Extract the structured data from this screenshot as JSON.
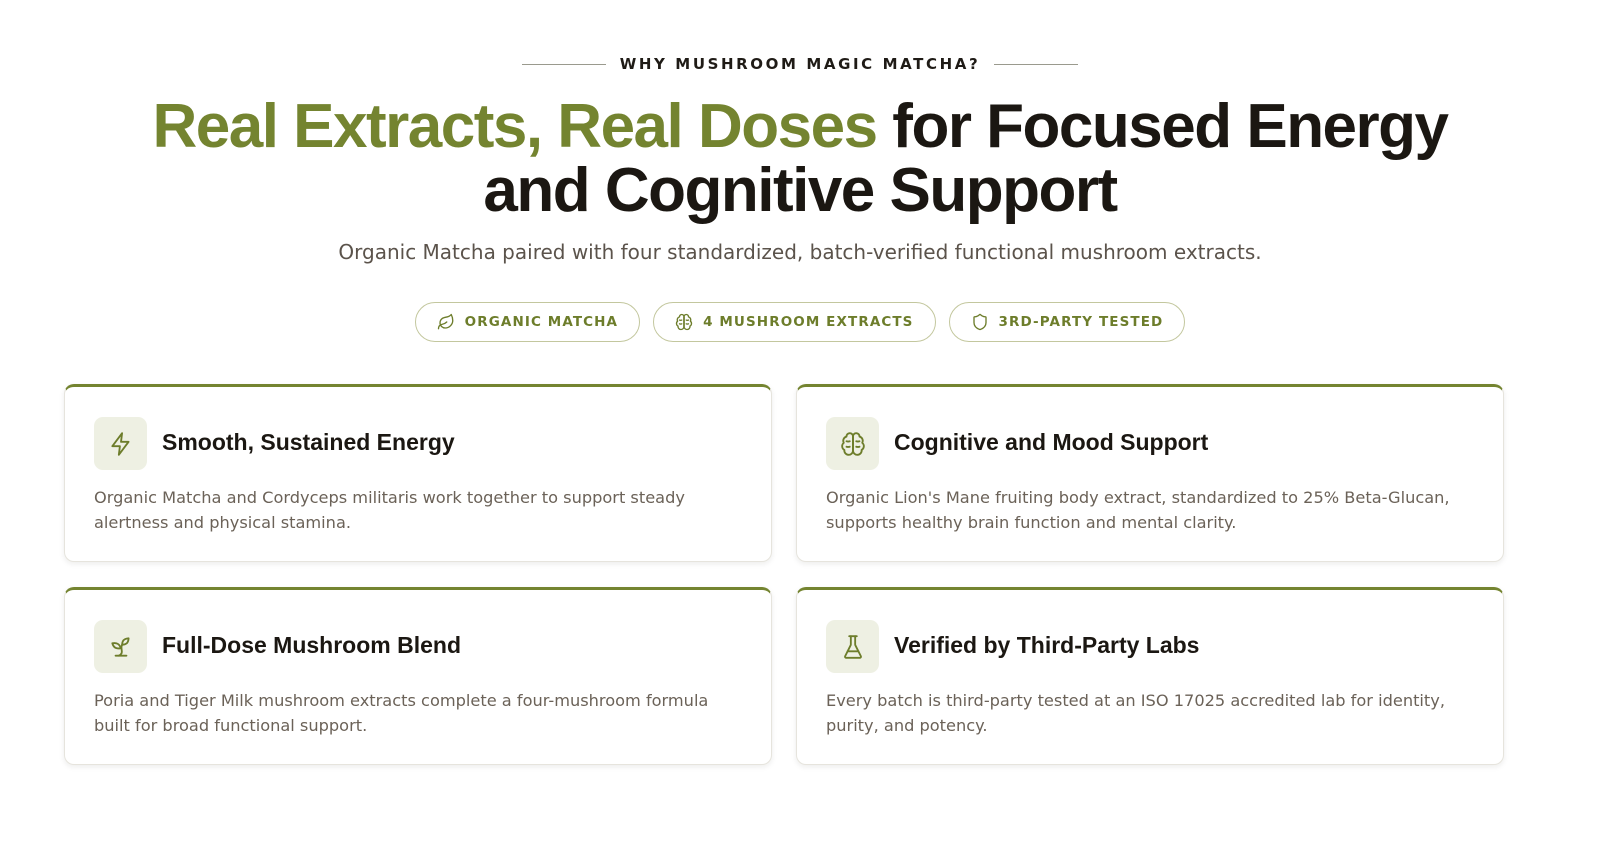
{
  "eyebrow": {
    "label": "WHY MUSHROOM MAGIC MATCHA?"
  },
  "headline": {
    "accent": "Real Extracts, Real Doses",
    "rest_line1": " for Focused Energy",
    "rest_line2": "and Cognitive Support"
  },
  "subhead": "Organic Matcha paired with four standardized, batch-verified functional mushroom extracts.",
  "pills": [
    {
      "label": "ORGANIC MATCHA",
      "icon": "leaf-icon"
    },
    {
      "label": "4 MUSHROOM EXTRACTS",
      "icon": "brain-icon"
    },
    {
      "label": "3RD-PARTY TESTED",
      "icon": "shield-icon"
    }
  ],
  "cards": [
    {
      "icon": "lightning-icon",
      "title": "Smooth, Sustained Energy",
      "text": "Organic Matcha and Cordyceps militaris work together to support steady alertness and physical stamina."
    },
    {
      "icon": "brain-icon",
      "title": "Cognitive and Mood Support",
      "text": "Organic Lion's Mane fruiting body extract, standardized to 25% Beta-Glucan, supports healthy brain function and mental clarity."
    },
    {
      "icon": "sprout-icon",
      "title": "Full-Dose Mushroom Blend",
      "text": "Poria and Tiger Milk mushroom extracts complete a four-mushroom formula built for broad functional support."
    },
    {
      "icon": "flask-icon",
      "title": "Verified by Third-Party Labs",
      "text": "Every batch is third-party tested at an ISO 17025 accredited lab for identity, purity, and potency."
    }
  ],
  "colors": {
    "accent": "#748430",
    "heading": "#1b1712",
    "body_text": "#6b6258",
    "icon_bg": "#eef0e3",
    "pill_border": "#c3c79e"
  }
}
